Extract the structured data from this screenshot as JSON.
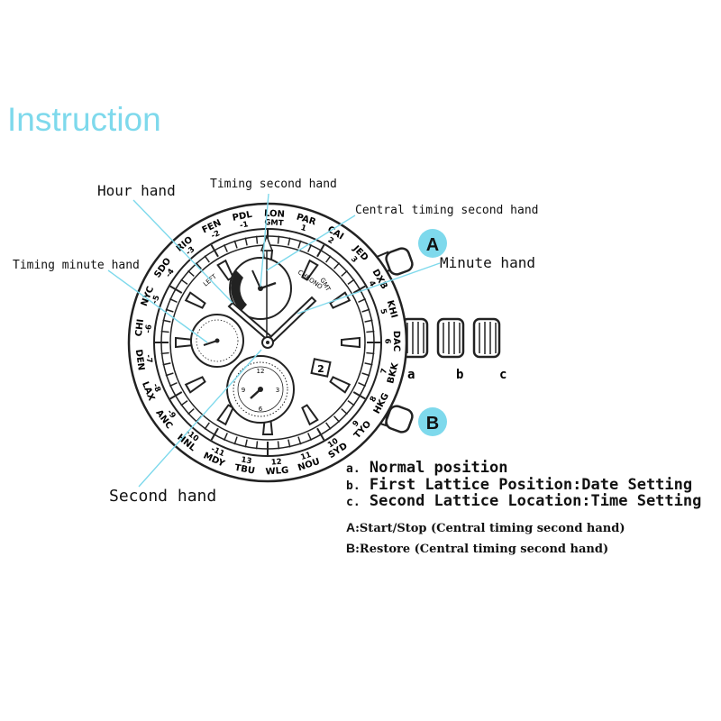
{
  "title": "Instruction",
  "labels": {
    "hour_hand": "Hour hand",
    "timing_second_hand": "Timing second hand",
    "central_timing_second_hand": "Central timing second hand",
    "timing_minute_hand": "Timing minute hand",
    "minute_hand": "Minute hand",
    "second_hand": "Second hand"
  },
  "buttons": {
    "a": "A",
    "b": "B"
  },
  "crown_positions": {
    "a": "a",
    "b": "b",
    "c": "c"
  },
  "options": [
    {
      "key": "a.",
      "text": "Normal position"
    },
    {
      "key": "b.",
      "text": "First Lattice Position:Date Setting"
    },
    {
      "key": "c.",
      "text": "Second Lattice Location:Time Setting"
    }
  ],
  "button_notes": [
    {
      "key": "A",
      "text": ":Start/Stop (Central timing second hand)"
    },
    {
      "key": "B",
      "text": ":Restore (Central timing second hand)"
    }
  ],
  "bezel_cities": [
    "LON",
    "PAR",
    "CAI",
    "JED",
    "DXB",
    "KHI",
    "DAC",
    "BKK",
    "HKG",
    "TYO",
    "SYD",
    "NOU",
    "WLG",
    "TBU",
    "MDY",
    "HNL",
    "ANC",
    "LAX",
    "DEN",
    "CHI",
    "NYC",
    "SDO",
    "RIO",
    "FEN",
    "PDL"
  ],
  "bezel_offsets": [
    "GMT",
    "1",
    "2",
    "3",
    "4",
    "5",
    "6",
    "7",
    "8",
    "9",
    "10",
    "11",
    "12",
    "13",
    "-11",
    "-10",
    "-9",
    "-8",
    "-7",
    "-6",
    "-5",
    "-4",
    "-3",
    "-2",
    "-1"
  ],
  "dial": {
    "date": "2",
    "subdial_top_text": "CHRONO",
    "subdial_top_right_text": "GMT",
    "subdial_left_text": "LEFT",
    "subdial_bottom_numbers": [
      "12",
      "3",
      "6",
      "9"
    ]
  },
  "colors": {
    "accent": "#7ed9ec",
    "callout": "#7ed9ec",
    "ink": "#111111"
  }
}
